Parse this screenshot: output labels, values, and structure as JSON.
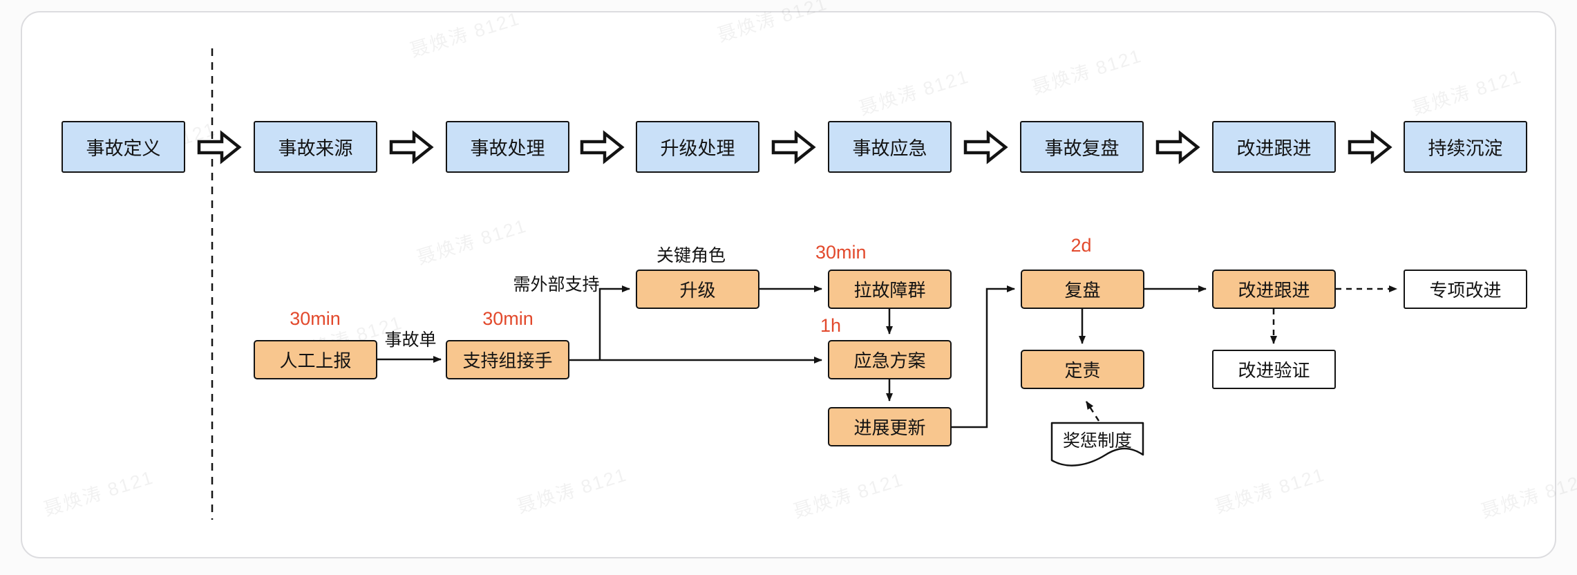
{
  "watermark": {
    "text": "聂焕涛 8121"
  },
  "colors": {
    "stage_fill": "#c9e0f8",
    "task_fill": "#f8c68e",
    "sla_red": "#e2492c",
    "border": "#131313"
  },
  "stages": {
    "items": [
      {
        "label": "事故定义"
      },
      {
        "label": "事故来源"
      },
      {
        "label": "事故处理"
      },
      {
        "label": "升级处理"
      },
      {
        "label": "事故应急"
      },
      {
        "label": "事故复盘"
      },
      {
        "label": "改进跟进"
      },
      {
        "label": "持续沉淀"
      }
    ]
  },
  "flow": {
    "nodes": {
      "manual_report": {
        "label": "人工上报",
        "sla": "30min"
      },
      "support_take": {
        "label": "支持组接手",
        "sla": "30min"
      },
      "escalate": {
        "label": "升级",
        "tag": "关键角色"
      },
      "pull_group": {
        "label": "拉故障群",
        "sla": "30min"
      },
      "emergency_plan": {
        "label": "应急方案",
        "sla": "1h"
      },
      "progress_update": {
        "label": "进展更新"
      },
      "review": {
        "label": "复盘",
        "sla": "2d"
      },
      "assign_responsibility": {
        "label": "定责"
      },
      "reward_punishment": {
        "label": "奖惩制度"
      },
      "improvement_follow": {
        "label": "改进跟进"
      },
      "special_improvement": {
        "label": "专项改进"
      },
      "improvement_verify": {
        "label": "改进验证"
      }
    },
    "edge_labels": {
      "ticket": "事故单",
      "external_support": "需外部支持"
    }
  }
}
